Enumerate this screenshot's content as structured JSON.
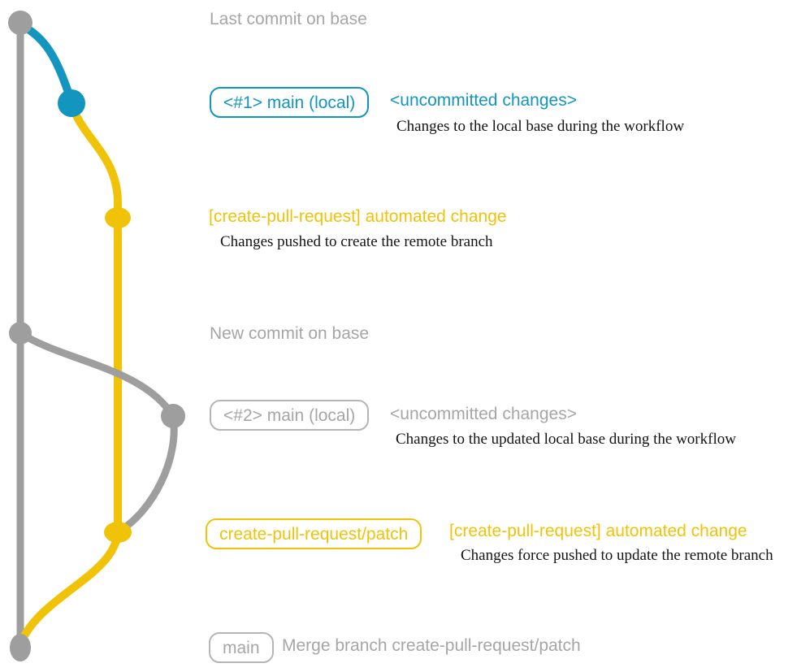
{
  "diagram": {
    "type": "git-branch-workflow",
    "colors": {
      "base_branch": "#9e9e9e",
      "local_main_branch": "#1295be",
      "pr_branch": "#f0c308",
      "label_text": "#a6a6a6",
      "note_text": "#141414"
    },
    "rows": [
      {
        "kind": "label",
        "text": "Last commit on base"
      },
      {
        "kind": "commit",
        "badge": "<#1> main (local)",
        "title": "<uncommitted changes>",
        "note": "Changes to the local base during the workflow",
        "color": "#1295be"
      },
      {
        "kind": "commit",
        "title": "[create-pull-request] automated change",
        "note": "Changes pushed to create the remote branch",
        "color": "#f0c308"
      },
      {
        "kind": "label",
        "text": "New commit on base"
      },
      {
        "kind": "commit",
        "badge": "<#2> main (local)",
        "title": "<uncommitted changes>",
        "note": "Changes to the updated local base during the workflow",
        "color": "#a6a6a6"
      },
      {
        "kind": "commit",
        "badge": "create-pull-request/patch",
        "title": "[create-pull-request] automated change",
        "note": "Changes force pushed to update the remote branch",
        "color": "#f0c308"
      },
      {
        "kind": "commit",
        "badge": "main",
        "title": "Merge branch create-pull-request/patch",
        "color": "#a6a6a6"
      }
    ],
    "graph": {
      "branches": [
        {
          "name": "base",
          "color": "#9e9e9e"
        },
        {
          "name": "main-local",
          "color": "#1295be"
        },
        {
          "name": "create-pull-request/patch",
          "color": "#f0c308"
        }
      ],
      "commit_dots": [
        {
          "row": "Last commit on base",
          "branch": "base",
          "color": "#9e9e9e"
        },
        {
          "row": "<#1> main (local)",
          "branch": "main-local",
          "color": "#1295be"
        },
        {
          "row": "[create-pull-request] automated change (1)",
          "branch": "create-pull-request/patch",
          "color": "#f0c308"
        },
        {
          "row": "New commit on base",
          "branch": "base",
          "color": "#9e9e9e"
        },
        {
          "row": "<#2> main (local)",
          "branch": "main-local",
          "color": "#9e9e9e"
        },
        {
          "row": "[create-pull-request] automated change (2)",
          "branch": "create-pull-request/patch",
          "color": "#f0c308"
        },
        {
          "row": "Merge branch create-pull-request/patch",
          "branch": "base",
          "color": "#9e9e9e"
        }
      ]
    }
  }
}
